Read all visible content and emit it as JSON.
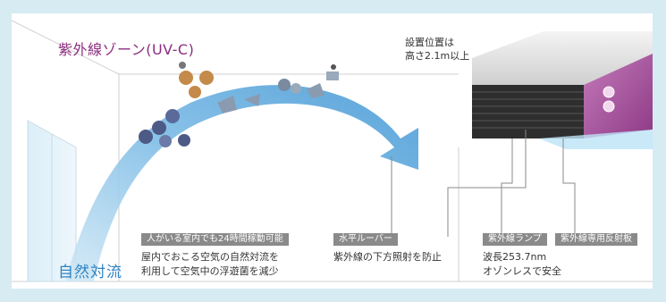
{
  "zone_title": "紫外線ゾーン(UV-C)",
  "install_note": "設置位置は\n高さ2.1m以上",
  "natural_flow_label": "自然対流",
  "features": [
    {
      "badge": "人がいる室内でも24時間稼動可能",
      "desc": "屋内でおこる空気の自然対流を\n利用して空気中の浮遊菌を減少"
    },
    {
      "badge": "水平ルーバー",
      "desc": "紫外線の下方照射を防止"
    },
    {
      "badge": "紫外線ランプ",
      "desc": "波長253.7nm\nオゾンレスで安全"
    },
    {
      "badge": "紫外線専用反射板",
      "desc": ""
    }
  ],
  "colors": {
    "uv_zone": "#8b2d7e",
    "airflow": "#5aa7dc",
    "natural_flow_text": "#2f84c4",
    "badge_bg": "#8a8a8a",
    "reflector": "#a54e98"
  },
  "icons": [
    "germ-icon",
    "virus-icon",
    "bacteria-icon"
  ]
}
